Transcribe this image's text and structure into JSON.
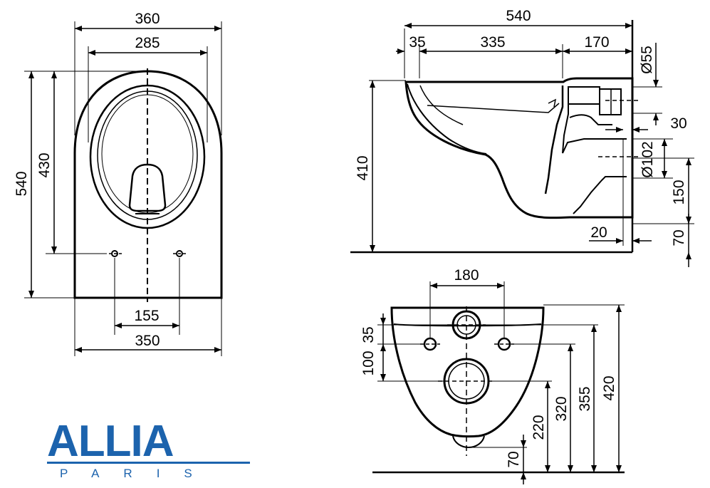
{
  "logo": {
    "brand": "ALLIA",
    "city": "PARIS",
    "color": "#1c63ad"
  },
  "top_view": {
    "width_outer": "360",
    "width_inner": "285",
    "height_outer": "540",
    "height_inner": "430",
    "fixing_spacing": "155",
    "base_width": "350"
  },
  "side_view": {
    "overall_length": "540",
    "front_offset": "35",
    "bowl_length": "335",
    "rear_length": "170",
    "inlet_diameter": "Ø55",
    "inlet_offset": "30",
    "outlet_diameter": "Ø102",
    "height": "410",
    "outlet_height": "150",
    "base_offset": "20",
    "base_height": "70"
  },
  "rear_view": {
    "fixing_spacing": "180",
    "dim_35": "35",
    "dim_100": "100",
    "dim_220": "220",
    "dim_320": "320",
    "dim_355": "355",
    "dim_420": "420",
    "dim_70": "70"
  }
}
